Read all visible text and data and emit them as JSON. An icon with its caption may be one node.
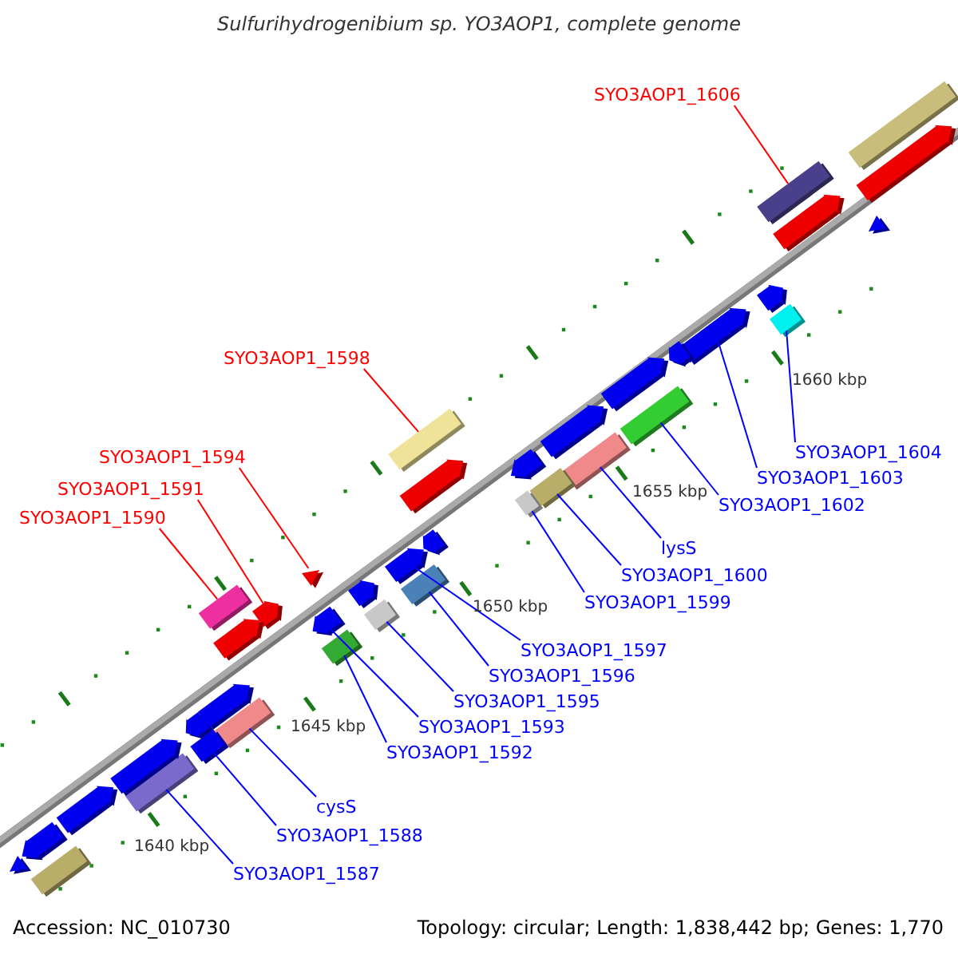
{
  "diagram": {
    "title": "Sulfurihydrogenibium sp. YO3AOP1, complete genome",
    "nodes": [
      {
        "text": [
          "SYO3AOP1_1606"
        ]
      },
      {
        "text": [],
        "shape": "bar"
      },
      {
        "text": [
          "SYO3AOP1_1598"
        ]
      },
      {
        "text": [],
        "shape": "bar"
      },
      {
        "text": [
          "SYO3AOP1_1594"
        ]
      },
      {
        "text": [],
        "shape": "triangle"
      },
      {
        "text": [
          "SYO3AOP1_1591"
        ]
      },
      {
        "text": [],
        "shape": "arrow"
      },
      {
        "text": [
          "SYO3AOP1_1590"
        ]
      },
      {
        "text": [],
        "shape": "bar"
      },
      {
        "text": [
          "SYO3AOP1_1604"
        ]
      },
      {
        "text": [],
        "shape": "bar"
      },
      {
        "text": [
          "SYO3AOP1_1603"
        ]
      },
      {
        "text": [],
        "shape": "arrow"
      },
      {
        "text": [
          "SYO3AOP1_1602"
        ]
      },
      {
        "text": [],
        "shape": "bar"
      },
      {
        "text": [
          "lysS"
        ]
      },
      {
        "text": [],
        "shape": "bar"
      },
      {
        "text": [
          "SYO3AOP1_1600"
        ]
      },
      {
        "text": [],
        "shape": "bar"
      },
      {
        "text": [
          "SYO3AOP1_1599"
        ]
      },
      {
        "text": [],
        "shape": "bar"
      },
      {
        "text": [
          "SYO3AOP1_1597"
        ]
      },
      {
        "text": [],
        "shape": "arrow"
      },
      {
        "text": [
          "SYO3AOP1_1596"
        ]
      },
      {
        "text": [],
        "shape": "bar"
      },
      {
        "text": [
          "SYO3AOP1_1595"
        ]
      },
      {
        "text": [],
        "shape": "bar"
      },
      {
        "text": [
          "SYO3AOP1_1593"
        ]
      },
      {
        "text": [],
        "shape": "arrow"
      },
      {
        "text": [
          "SYO3AOP1_1592"
        ]
      },
      {
        "text": [],
        "shape": "bar"
      },
      {
        "text": [
          "cysS"
        ]
      },
      {
        "text": [],
        "shape": "bar"
      },
      {
        "text": [
          "SYO3AOP1_1588"
        ]
      },
      {
        "text": [],
        "shape": "bar"
      },
      {
        "text": [
          "SYO3AOP1_1587"
        ]
      },
      {
        "text": [],
        "shape": "bar"
      },
      {
        "text": [],
        "shape": "triangle"
      },
      {
        "text": [],
        "shape": "arrow"
      },
      {
        "text": [],
        "shape": "bar"
      },
      {
        "text": [],
        "shape": "arrow"
      },
      {
        "text": [],
        "shape": "arrow"
      },
      {
        "text": [],
        "shape": "arrow"
      },
      {
        "text": [],
        "shape": "arrow"
      },
      {
        "text": [],
        "shape": "arrow"
      },
      {
        "text": [],
        "shape": "arrow"
      },
      {
        "text": [],
        "shape": "arrow"
      },
      {
        "text": [],
        "shape": "arrow"
      },
      {
        "text": [],
        "shape": "arrow"
      },
      {
        "text": [],
        "shape": "arrow"
      },
      {
        "text": [],
        "shape": "arrow"
      },
      {
        "text": [],
        "shape": "arrow"
      },
      {
        "text": [],
        "shape": "arrow"
      },
      {
        "text": [],
        "shape": "arrow"
      },
      {
        "text": [],
        "shape": "triangle"
      },
      {
        "text": [],
        "shape": "bar"
      },
      {
        "text": [],
        "shape": "arrow"
      }
    ],
    "edges": [
      {
        "from": 0,
        "to": 1,
        "arrow": "none",
        "color": "#ff0000"
      },
      {
        "from": 2,
        "to": 3,
        "arrow": "none",
        "color": "#ff0000"
      },
      {
        "from": 4,
        "to": 5,
        "arrow": "none",
        "color": "#ff0000"
      },
      {
        "from": 6,
        "to": 7,
        "arrow": "none",
        "color": "#ff0000"
      },
      {
        "from": 8,
        "to": 9,
        "arrow": "none",
        "color": "#ff0000"
      },
      {
        "from": 10,
        "to": 11,
        "arrow": "none"
      },
      {
        "from": 12,
        "to": 13,
        "arrow": "none"
      },
      {
        "from": 14,
        "to": 15,
        "arrow": "none"
      },
      {
        "from": 16,
        "to": 17,
        "arrow": "none"
      },
      {
        "from": 18,
        "to": 19,
        "arrow": "none"
      },
      {
        "from": 20,
        "to": 21,
        "arrow": "none"
      },
      {
        "from": 22,
        "to": 23,
        "arrow": "none"
      },
      {
        "from": 24,
        "to": 25,
        "arrow": "none"
      },
      {
        "from": 26,
        "to": 27,
        "arrow": "none"
      },
      {
        "from": 28,
        "to": 29,
        "arrow": "none"
      },
      {
        "from": 30,
        "to": 31,
        "arrow": "none"
      },
      {
        "from": 32,
        "to": 33,
        "arrow": "none"
      },
      {
        "from": 34,
        "to": 35,
        "arrow": "none"
      },
      {
        "from": 36,
        "to": 37,
        "arrow": "none"
      }
    ],
    "labels": [
      "1660 kbp",
      "1655 kbp",
      "1650 kbp",
      "1645 kbp",
      "1640 kbp",
      "Accession: NC_010730",
      "Topology: circular; Length: 1,838,442 bp; Genes: 1,770"
    ]
  }
}
